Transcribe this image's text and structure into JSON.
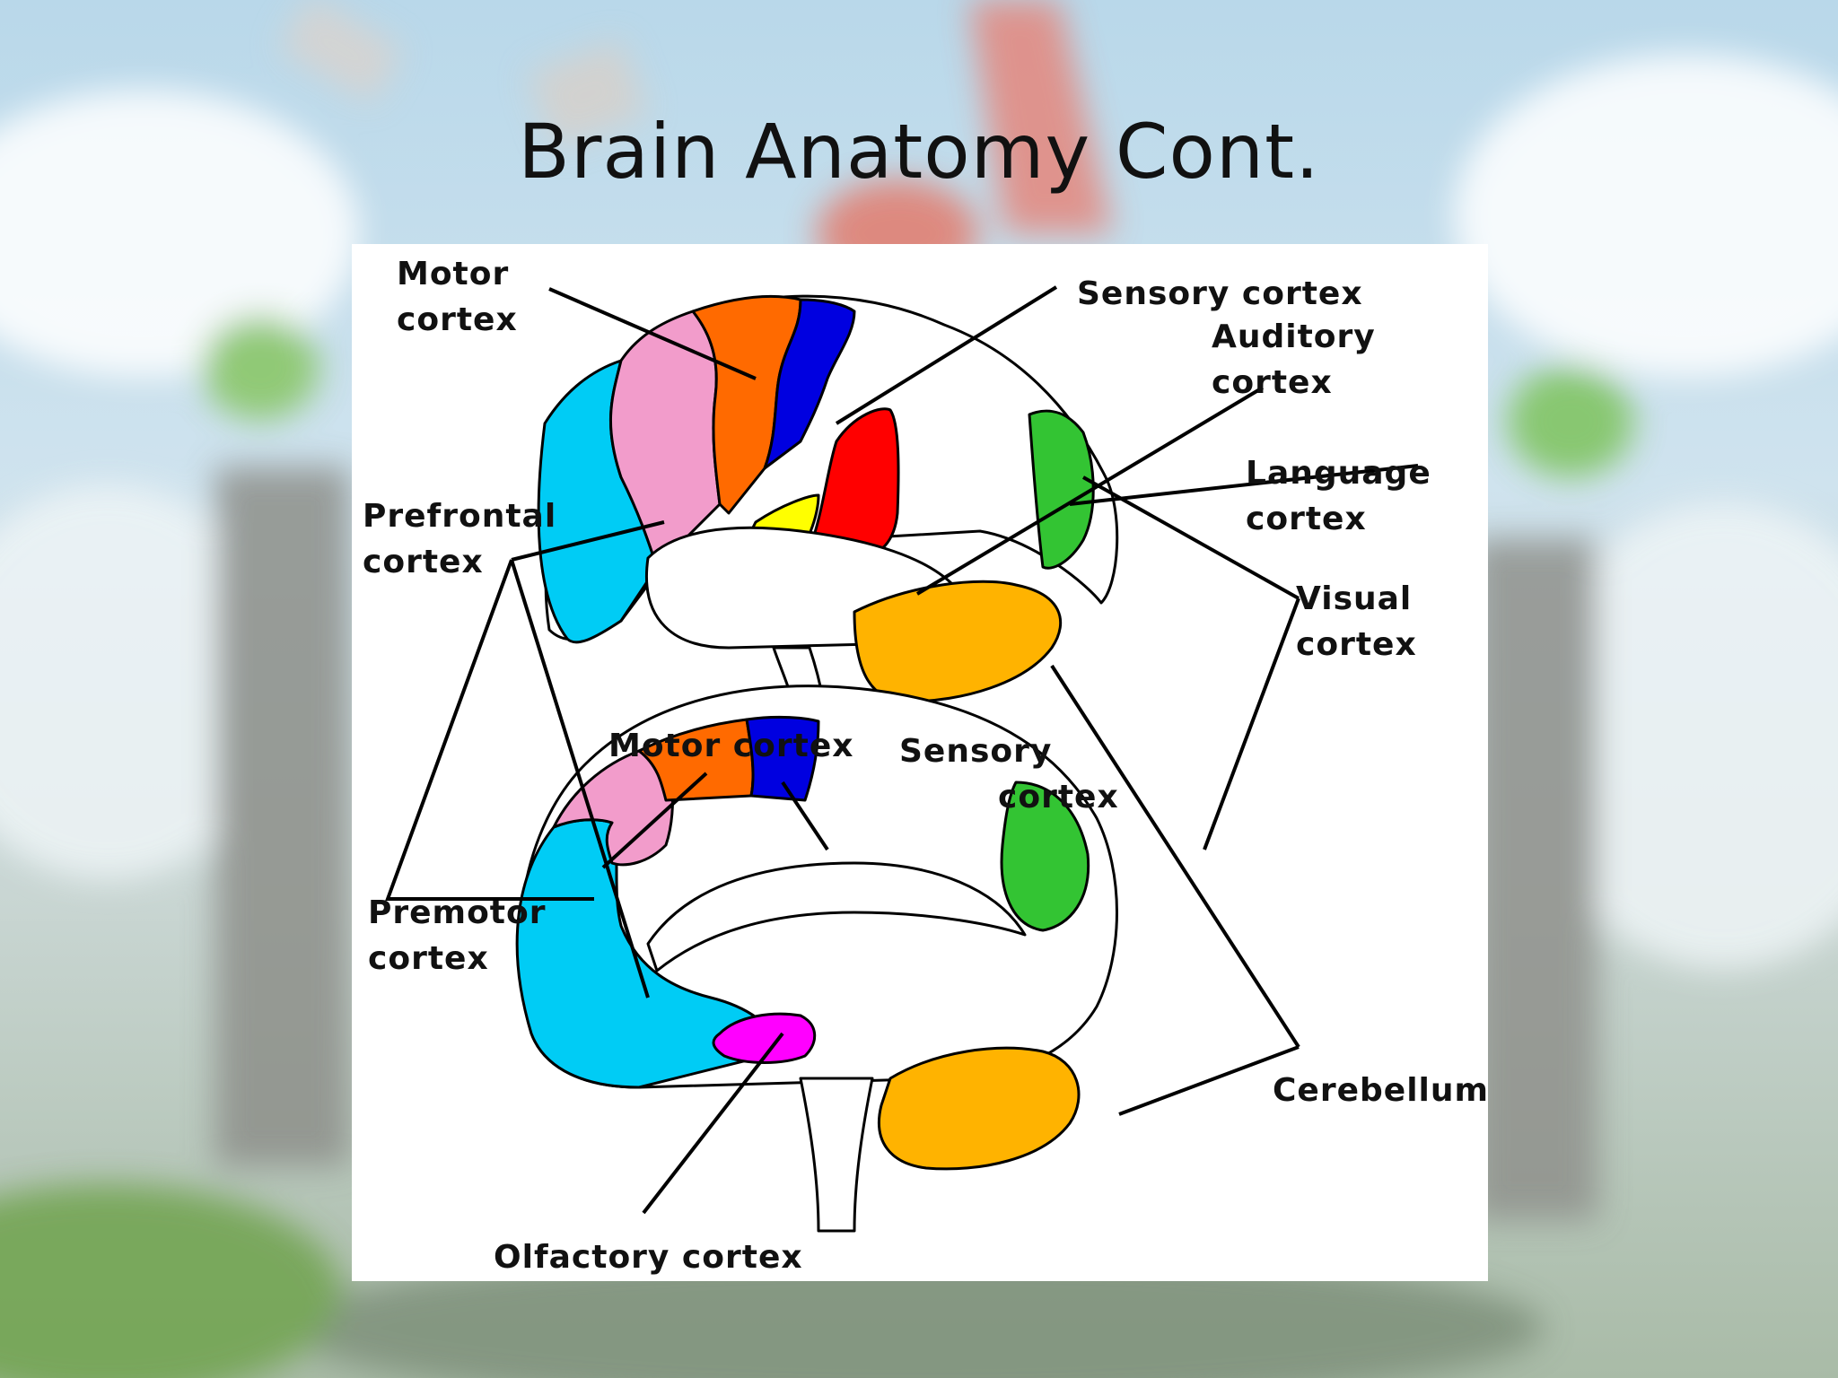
{
  "slide": {
    "title": "Brain Anatomy Cont."
  },
  "diagram": {
    "labels": {
      "motor_cortex_top": [
        "Motor",
        "cortex"
      ],
      "sensory_cortex_top": "Sensory cortex",
      "auditory_cortex": [
        "Auditory",
        "cortex"
      ],
      "language_cortex": [
        "Language",
        "cortex"
      ],
      "prefrontal_cortex": [
        "Prefrontal",
        "cortex"
      ],
      "visual_cortex": [
        "Visual",
        "cortex"
      ],
      "motor_cortex_bottom": "Motor cortex",
      "sensory_cortex_bottom": [
        "Sensory",
        "cortex"
      ],
      "premotor_cortex": [
        "Premotor",
        "cortex"
      ],
      "cerebellum": "Cerebellum",
      "olfactory_cortex": "Olfactory cortex"
    },
    "region_colors": {
      "prefrontal": "#00ccf5",
      "premotor": "#f29ccb",
      "motor": "#ff6a00",
      "sensory": "#0000e0",
      "auditory": "#ff0000",
      "language": "#ffff00",
      "visual": "#33c433",
      "cerebellum": "#ffb300",
      "olfactory": "#ff00ff"
    }
  }
}
